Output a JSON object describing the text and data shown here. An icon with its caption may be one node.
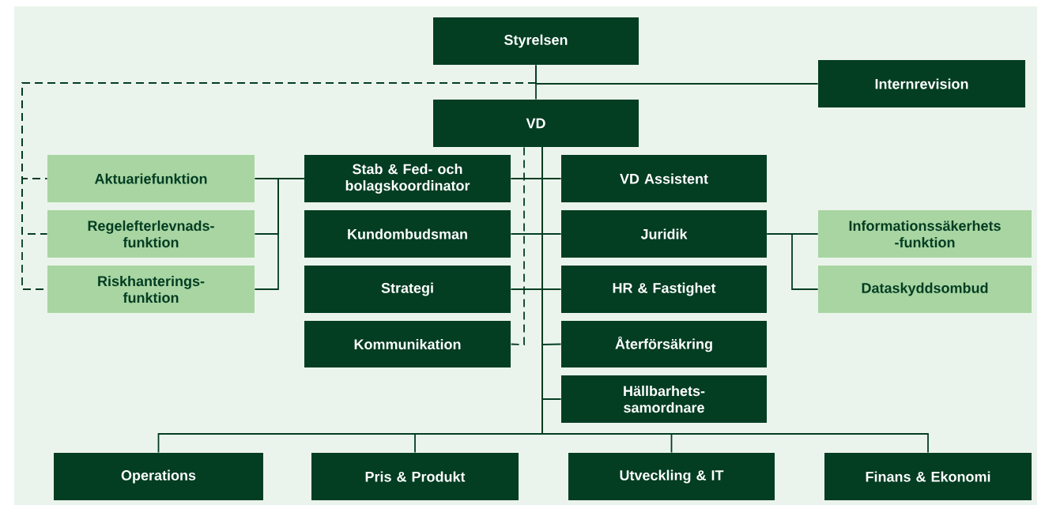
{
  "diagram": {
    "nodes": [
      {
        "text": [
          "Styrelsen"
        ]
      },
      {
        "text": [
          "Internrevision"
        ]
      },
      {
        "text": [
          "VD"
        ]
      },
      {
        "text": [
          "Aktuariefunktion"
        ]
      },
      {
        "text": [
          "Stab & Fed- och bolagskoordinator"
        ]
      },
      {
        "text": [
          "VD Assistent"
        ]
      },
      {
        "text": [
          "Regelefterlevnads- funktion"
        ]
      },
      {
        "text": [
          "Kundombudsman"
        ]
      },
      {
        "text": [
          "Juridik"
        ]
      },
      {
        "text": [
          "Informationssäkerhets -funktion"
        ]
      },
      {
        "text": [
          "Riskhanterings- funktion"
        ]
      },
      {
        "text": [
          "Strategi"
        ]
      },
      {
        "text": [
          "HR & Fastighet"
        ]
      },
      {
        "text": [
          "Dataskyddsombud"
        ]
      },
      {
        "text": [
          "Kommunikation"
        ]
      },
      {
        "text": [
          "Återförsäkring"
        ]
      },
      {
        "text": [
          "Hällbarhets- samordnare"
        ]
      },
      {
        "text": [
          "Operations"
        ]
      },
      {
        "text": [
          "Pris & Produkt"
        ]
      },
      {
        "text": [
          "Utveckling & IT"
        ]
      },
      {
        "text": [
          "Finans & Ekonomi"
        ]
      }
    ],
    "edges": [
      {
        "from": 0,
        "to": 2,
        "arrow": "none"
      },
      {
        "from": 0,
        "to": 1,
        "arrow": "none"
      },
      {
        "from": 0,
        "to": 3,
        "arrow": "none",
        "style": "dashed"
      },
      {
        "from": 0,
        "to": 6,
        "arrow": "none",
        "style": "dashed"
      },
      {
        "from": 0,
        "to": 10,
        "arrow": "none",
        "style": "dashed"
      },
      {
        "from": 4,
        "to": 3,
        "arrow": "none"
      },
      {
        "from": 4,
        "to": 6,
        "arrow": "none"
      },
      {
        "from": 4,
        "to": 10,
        "arrow": "none"
      },
      {
        "from": 2,
        "to": 4,
        "arrow": "none"
      },
      {
        "from": 2,
        "to": 5,
        "arrow": "none"
      },
      {
        "from": 2,
        "to": 7,
        "arrow": "none"
      },
      {
        "from": 2,
        "to": 8,
        "arrow": "none"
      },
      {
        "from": 2,
        "to": 11,
        "arrow": "none"
      },
      {
        "from": 2,
        "to": 12,
        "arrow": "none"
      },
      {
        "from": 2,
        "to": 14,
        "arrow": "none",
        "style": "dashed"
      },
      {
        "from": 2,
        "to": 15,
        "arrow": "none"
      },
      {
        "from": 2,
        "to": 16,
        "arrow": "none"
      },
      {
        "from": 2,
        "to": 17,
        "arrow": "none"
      },
      {
        "from": 2,
        "to": 18,
        "arrow": "none"
      },
      {
        "from": 2,
        "to": 19,
        "arrow": "none"
      },
      {
        "from": 2,
        "to": 20,
        "arrow": "none"
      },
      {
        "from": 8,
        "to": 9,
        "arrow": "none"
      },
      {
        "from": 8,
        "to": 13,
        "arrow": "none"
      }
    ]
  }
}
